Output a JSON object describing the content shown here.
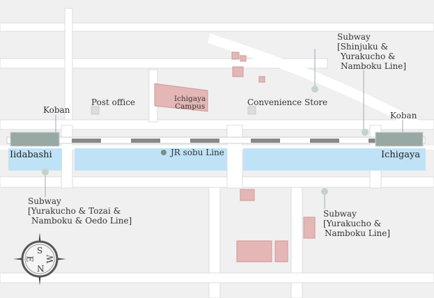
{
  "labels": {
    "koban_left": "Koban",
    "koban_right": "Koban",
    "post_office": "Post office",
    "campus_line1": "Ichigaya",
    "campus_line2": "Campus",
    "convenience_store": "Convenience Store",
    "jr_line": "JR sobu Line",
    "iidabashi": "Iidabashi",
    "ichigaya": "Ichigaya",
    "subway_ne": [
      "Subway",
      "[Shinjuku &",
      "Yurakucho &",
      "Namboku Line]"
    ],
    "subway_sw": [
      "Subway",
      "[Yurakucho & Tozai &",
      "Namboku & Oedo Line]"
    ],
    "subway_se": [
      "Subway",
      "[Yurakucho &",
      "Namboku Line]"
    ]
  },
  "compass": {
    "n": "N",
    "s": "S",
    "e": "E",
    "w": "W"
  },
  "colors": {
    "water": "#bfe2f6",
    "building": "#e4b6b6",
    "station": "#98a8a2",
    "track": "#888888",
    "block": "#f0f0f0"
  }
}
